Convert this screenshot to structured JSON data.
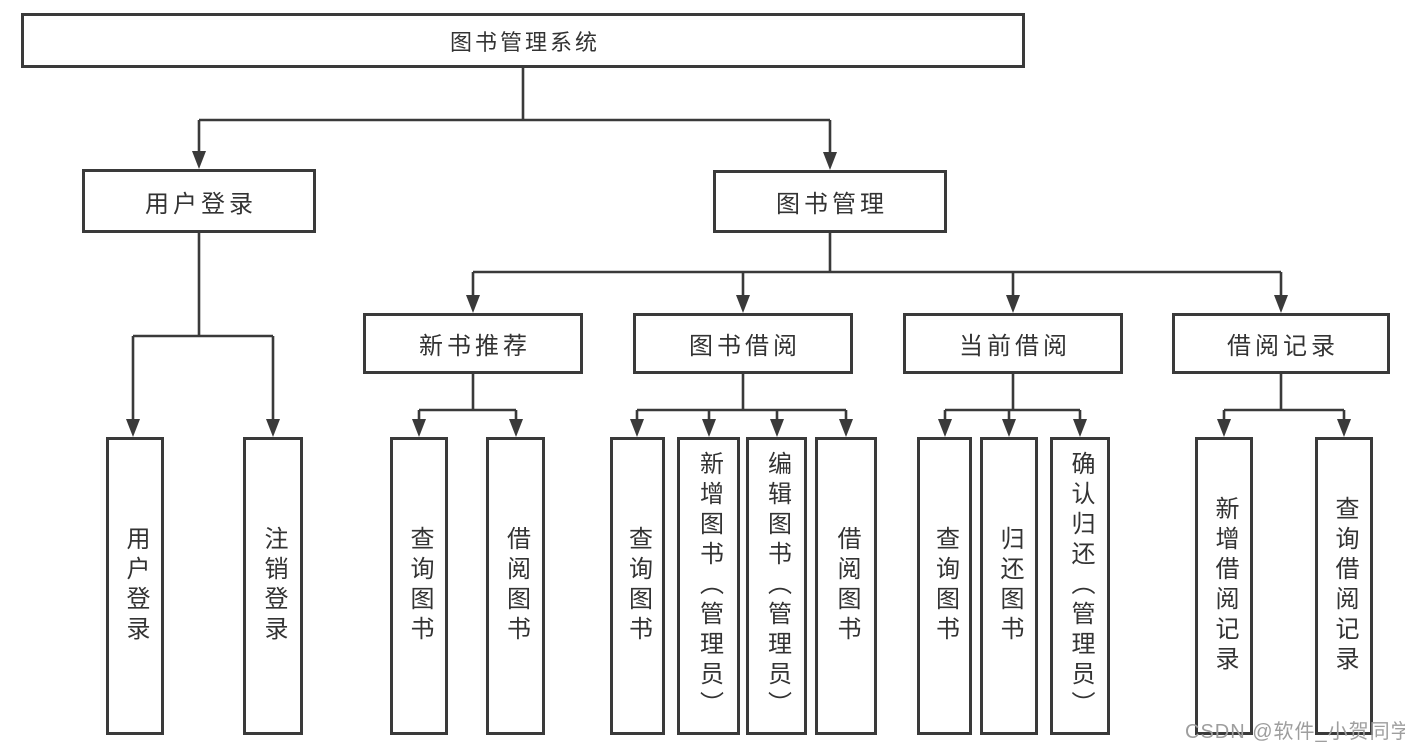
{
  "diagram": {
    "root": {
      "label": "图书管理系统"
    },
    "branches": [
      {
        "label": "用户登录",
        "children": [
          {
            "label": "用户登录"
          },
          {
            "label": "注销登录"
          }
        ]
      },
      {
        "label": "图书管理",
        "children": [
          {
            "label": "新书推荐",
            "children": [
              {
                "label": "查询图书"
              },
              {
                "label": "借阅图书"
              }
            ]
          },
          {
            "label": "图书借阅",
            "children": [
              {
                "label": "查询图书"
              },
              {
                "label": "新增图书（管理员）"
              },
              {
                "label": "编辑图书（管理员）"
              },
              {
                "label": "借阅图书"
              }
            ]
          },
          {
            "label": "当前借阅",
            "children": [
              {
                "label": "查询图书"
              },
              {
                "label": "归还图书"
              },
              {
                "label": "确认归还（管理员）"
              }
            ]
          },
          {
            "label": "借阅记录",
            "children": [
              {
                "label": "新增借阅记录"
              },
              {
                "label": "查询借阅记录"
              }
            ]
          }
        ]
      }
    ]
  },
  "colors": {
    "line": "#3a3a3a",
    "text": "#333333",
    "background": "#ffffff",
    "watermark": "#9e9e9e"
  },
  "watermark": {
    "text": "CSDN @软件_小贺同学"
  }
}
